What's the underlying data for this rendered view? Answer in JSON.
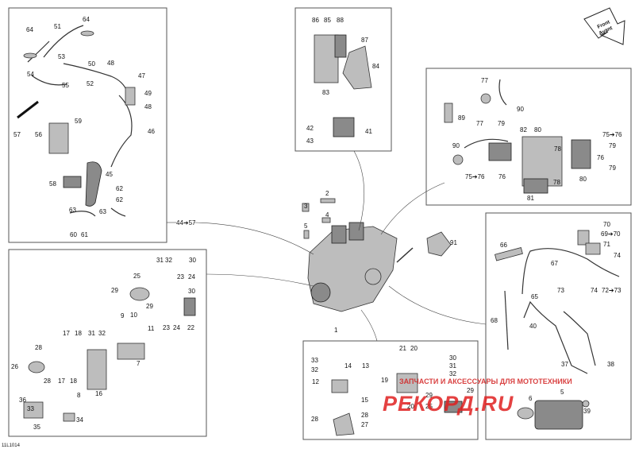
{
  "diagram": {
    "drawing_code": "11L1014",
    "front_badge": [
      "Front",
      "Avant"
    ],
    "watermark": {
      "text": "ЗАПЧАСТИ И АКСЕССУАРЫ ДЛЯ МОТОТЕХНИКИ",
      "logo": "РЕКОРД.RU",
      "color": "#e02020"
    },
    "ref_range": "44➔57",
    "callouts": {
      "tl": [
        "64",
        "51",
        "64",
        "53",
        "50",
        "48",
        "47",
        "54",
        "55",
        "52",
        "49",
        "48",
        "46",
        "57",
        "59",
        "56",
        "45",
        "58",
        "62",
        "63",
        "63",
        "62",
        "60",
        "61"
      ],
      "tc": [
        "86",
        "85",
        "88",
        "87",
        "84",
        "83",
        "42",
        "41",
        "43"
      ],
      "tr": [
        "77",
        "90",
        "89",
        "77",
        "79",
        "82",
        "80",
        "75➔76",
        "78",
        "76",
        "90",
        "79",
        "75➔76",
        "76",
        "79",
        "81",
        "78",
        "80"
      ],
      "mid": [
        "2",
        "3",
        "4",
        "5",
        "1",
        "91"
      ],
      "rm": [
        "70",
        "69➔70",
        "71",
        "74",
        "66",
        "67",
        "73",
        "74",
        "72➔73",
        "65",
        "68",
        "40",
        "37",
        "38",
        "39",
        "6",
        "5"
      ],
      "lb": [
        "31",
        "32",
        "30",
        "25",
        "23",
        "24",
        "29",
        "29",
        "30",
        "9",
        "10",
        "23",
        "24",
        "22",
        "11",
        "17",
        "18",
        "31",
        "32",
        "28",
        "26",
        "28",
        "17",
        "8",
        "16",
        "18",
        "7",
        "36",
        "34",
        "35",
        "33"
      ],
      "bc": [
        "33",
        "32",
        "14",
        "13",
        "12",
        "15",
        "21",
        "20",
        "30",
        "31",
        "32",
        "19",
        "29",
        "29",
        "20",
        "25",
        "28",
        "28",
        "27"
      ]
    }
  }
}
